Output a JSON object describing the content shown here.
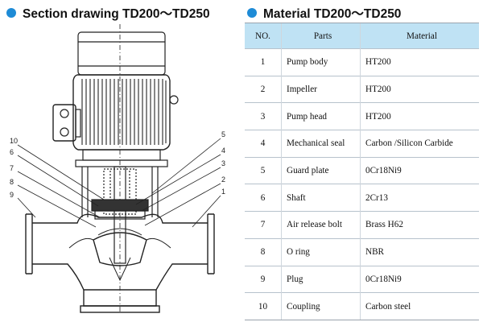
{
  "left_heading": "Section drawing TD200～TD250",
  "right_heading": "Material TD200～TD250",
  "colors": {
    "bullet": "#1e8bd6",
    "header_fill": "#bfe2f4"
  },
  "drawing": {
    "callouts_left": [
      "10",
      "6",
      "7",
      "8",
      "9"
    ],
    "callouts_right": [
      "5",
      "4",
      "3",
      "2",
      "1"
    ]
  },
  "table": {
    "headers": [
      "NO.",
      "Parts",
      "Material"
    ],
    "rows": [
      {
        "no": "1",
        "part": "Pump body",
        "material": "HT200"
      },
      {
        "no": "2",
        "part": "Impeller",
        "material": "HT200"
      },
      {
        "no": "3",
        "part": "Pump head",
        "material": "HT200"
      },
      {
        "no": "4",
        "part": "Mechanical seal",
        "material": "Carbon /Silicon Carbide"
      },
      {
        "no": "5",
        "part": "Guard plate",
        "material": "0Cr18Ni9"
      },
      {
        "no": "6",
        "part": "Shaft",
        "material": "2Cr13"
      },
      {
        "no": "7",
        "part": "Air release bolt",
        "material": "Brass H62"
      },
      {
        "no": "8",
        "part": "O ring",
        "material": "NBR"
      },
      {
        "no": "9",
        "part": "Plug",
        "material": "0Cr18Ni9"
      },
      {
        "no": "10",
        "part": "Coupling",
        "material": "Carbon steel"
      }
    ]
  }
}
